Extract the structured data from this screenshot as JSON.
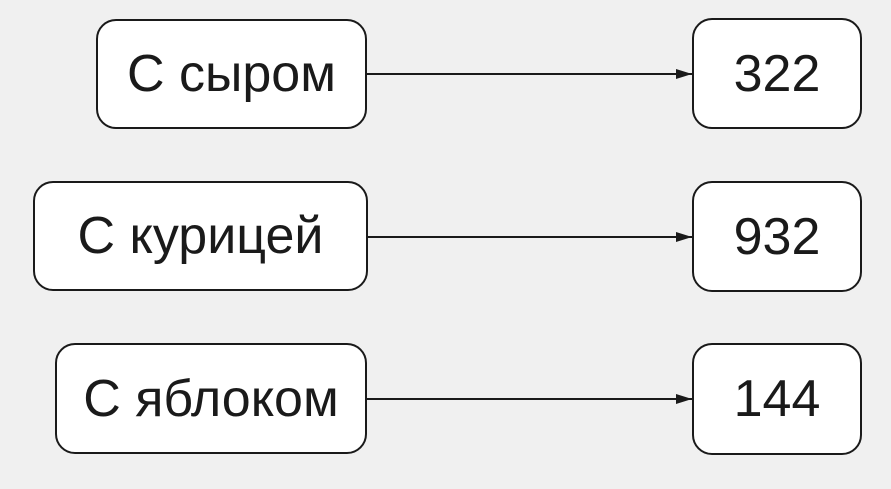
{
  "canvas": {
    "background_color": "#f0f0f0",
    "node_fill_color": "#ffffff",
    "stroke_color": "#1a1a1a"
  },
  "rows": [
    {
      "label": "С сыром",
      "value": "322"
    },
    {
      "label": "С курицей",
      "value": "932"
    },
    {
      "label": "С яблоком",
      "value": "144"
    }
  ]
}
